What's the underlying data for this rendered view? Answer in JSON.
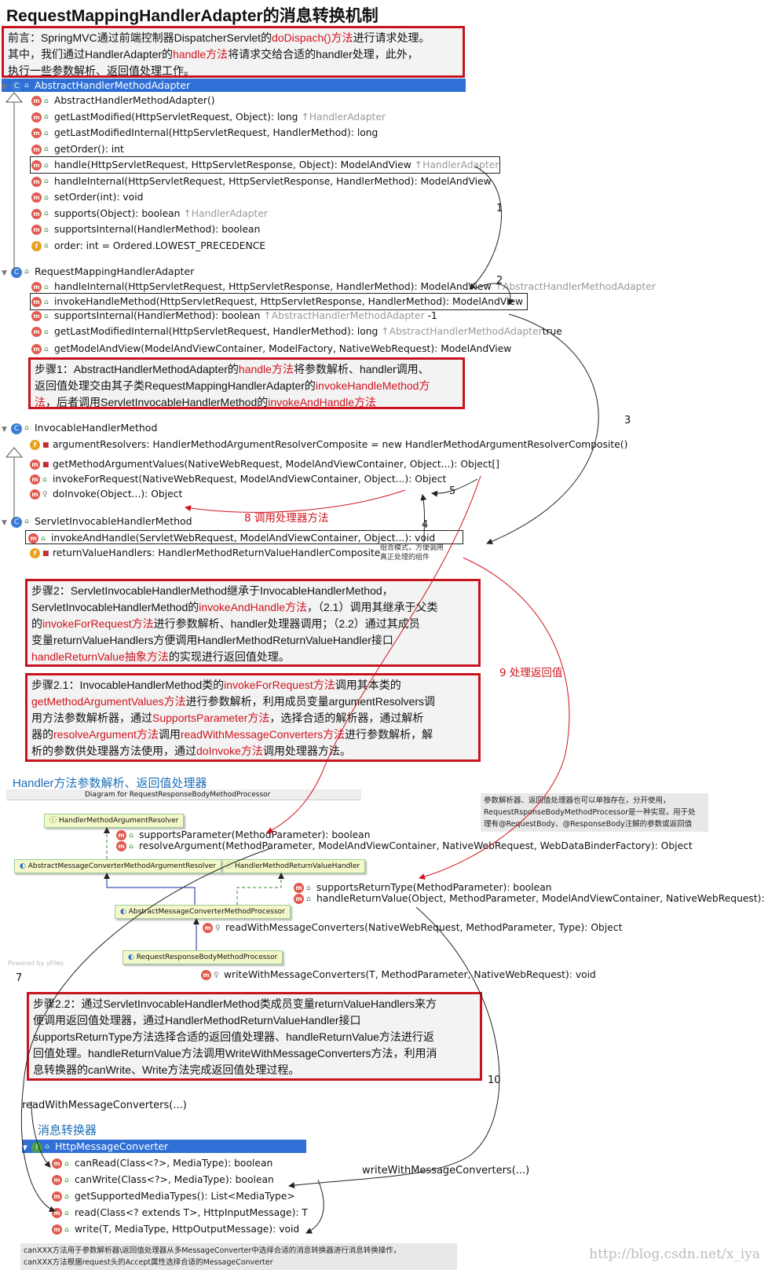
{
  "title": "RequestMappingHandlerAdapter的消息转换机制",
  "intro": {
    "l1a": "前言：SpringMVC通过前端控制器DispatcherServlet的",
    "l1b": "doDispach()方法",
    "l1c": "进行请求处理。",
    "l2a": "其中，我们通过HandlerAdapter的",
    "l2b": "handle方法",
    "l2c": "将请求交给合适的handler处理，此外，",
    "l3": "执行一些参数解析、返回值处理工作。"
  },
  "abstract_adapter": {
    "name": "AbstractHandlerMethodAdapter",
    "methods": [
      {
        "text": "AbstractHandlerMethodAdapter()",
        "inherit": ""
      },
      {
        "text": "getLastModified(HttpServletRequest, Object): long",
        "inherit": "↑HandlerAdapter"
      },
      {
        "text": "getLastModifiedInternal(HttpServletRequest, HandlerMethod): long",
        "inherit": ""
      },
      {
        "text": "getOrder(): int",
        "inherit": ""
      },
      {
        "text": "handle(HttpServletRequest, HttpServletResponse, Object): ModelAndView",
        "inherit": "↑HandlerAdapter"
      },
      {
        "text": "handleInternal(HttpServletRequest, HttpServletResponse, HandlerMethod): ModelAndView",
        "inherit": ""
      },
      {
        "text": "setOrder(int): void",
        "inherit": ""
      },
      {
        "text": "supports(Object): boolean",
        "inherit": "↑HandlerAdapter"
      },
      {
        "text": "supportsInternal(HandlerMethod): boolean",
        "inherit": ""
      },
      {
        "text": "order: int = Ordered.LOWEST_PRECEDENCE",
        "inherit": ""
      }
    ]
  },
  "mapping_adapter": {
    "name": "RequestMappingHandlerAdapter",
    "methods": [
      {
        "text": "handleInternal(HttpServletRequest, HttpServletResponse, HandlerMethod): ModelAndView",
        "inherit": "↑AbstractHandlerMethodAdapter"
      },
      {
        "text": "invokeHandleMethod(HttpServletRequest, HttpServletResponse, HandlerMethod): ModelAndView",
        "inherit": ""
      },
      {
        "text": "supportsInternal(HandlerMethod): boolean",
        "inherit": "↑AbstractHandlerMethodAdapter",
        "extra": " -1"
      },
      {
        "text": "getLastModifiedInternal(HttpServletRequest, HandlerMethod): long",
        "inherit": "↑AbstractHandlerMethodAdapter",
        "extra": "true"
      },
      {
        "text": "getModelAndView(ModelAndViewContainer, ModelFactory, NativeWebRequest): ModelAndView",
        "inherit": ""
      }
    ]
  },
  "step1": {
    "a": "步骤1：AbstractHandlerMethodAdapter的",
    "b": "handle方法",
    "c": "将参数解析、handler调用、",
    "d": "返回值处理交由其子类RequestMappingHandlerAdapter的",
    "e": "invokeHandleMethod方",
    "f": "法",
    "g": "，后者调用ServletInvocableHandlerMethod的",
    "h": "invokeAndHandle方法"
  },
  "invocable": {
    "name": "InvocableHandlerMethod",
    "methods": [
      {
        "text": "argumentResolvers: HandlerMethodArgumentResolverComposite = new HandlerMethodArgumentResolverComposite()"
      },
      {
        "text": "getMethodArgumentValues(NativeWebRequest, ModelAndViewContainer, Object...): Object[]"
      },
      {
        "text": "invokeForRequest(NativeWebRequest, ModelAndViewContainer, Object...): Object"
      },
      {
        "text": "doInvoke(Object...): Object"
      }
    ]
  },
  "servlet_invocable": {
    "name": "ServletInvocableHandlerMethod",
    "methods": [
      {
        "text": "invokeAndHandle(ServletWebRequest, ModelAndViewContainer, Object...): void"
      },
      {
        "text": "returnValueHandlers: HandlerMethodReturnValueHandlerComposite"
      }
    ],
    "comment1": "组合模式，方便调用",
    "comment2": "真正处理的组件"
  },
  "step2": {
    "l1": "步骤2：ServletInvocableHandlerMethod继承于InvocableHandlerMethod，",
    "l2a": "ServletInvocableHandlerMethod的",
    "l2b": "invokeAndHandle方法",
    "l2c": "，（2.1）调用其继承于父类",
    "l3a": "的",
    "l3b": "invokeForRequest方法",
    "l3c": "进行参数解析、handler处理器调用；（2.2）通过其成员",
    "l4": "变量returnValueHandlers方便调用HandlerMethodReturnValueHandler接口",
    "l5a": "handleReturnValue抽象方法",
    "l5b": "的实现进行返回值处理。"
  },
  "step21": {
    "l1a": "步骤2.1：InvocableHandlerMethod类的",
    "l1b": "invokeForRequest方法",
    "l1c": "调用其本类的",
    "l2a": "getMethodArgumentValues方法",
    "l2b": "进行参数解析，利用成员变量argumentResolvers调",
    "l3a": "用方法参数解析器，通过",
    "l3b": "SupportsParameter方法",
    "l3c": "，选择合适的解析器，通过解析",
    "l4a": "器的",
    "l4b": "resolveArgument方法",
    "l4c": "调用",
    "l4d": "readWithMessageConverters方法",
    "l4e": "进行参数解析，解",
    "l5a": "析的参数供处理器方法使用，通过",
    "l5b": "doInvoke方法",
    "l5c": "调用处理器方法。"
  },
  "handler_section": "Handler方法参数解析、返回值处理器",
  "diagram_title": "Diagram for RequestResponseBodyMethodProcessor",
  "uml": {
    "resolver": "HandlerMethodArgumentResolver",
    "returnhandler": "HandlerMethodReturnValueHandler",
    "abs_resolver": "AbstractMessageConverterMethodArgumentResolver",
    "abs_processor": "AbstractMessageConverterMethodProcessor",
    "rrb_processor": "RequestResponseBodyMethodProcessor",
    "m_supports_param": "supportsParameter(MethodParameter): boolean",
    "m_resolve": "resolveArgument(MethodParameter, ModelAndViewContainer, NativeWebRequest, WebDataBinderFactory): Object",
    "m_supports_ret": "supportsReturnType(MethodParameter): boolean",
    "m_handle_ret": "handleReturnValue(Object, MethodParameter, ModelAndViewContainer, NativeWebRequest): void",
    "m_read": "readWithMessageConverters(NativeWebRequest, MethodParameter, Type): Object",
    "m_write": "writeWithMessageConverters(T, MethodParameter, NativeWebRequest): void",
    "powered": "Powered by yFiles"
  },
  "note_right": {
    "l1": "参数解析器、返回值处理器也可以单独存在，分开使用，",
    "l2": "RequestRsponseBodyMethodProcessor是一种实现，用于处",
    "l3": "理有@RequestBody、@ResponseBody注解的参数或返回值"
  },
  "step22": {
    "l1": "步骤2.2：通过ServletInvocableHandlerMethod类成员变量returnValueHandlers来方",
    "l2": "便调用返回值处理器，通过HandlerMethodReturnValueHandler接口",
    "l3": "supportsReturnType方法选择合适的返回值处理器、handleReturnValue方法进行返",
    "l4": "回值处理。handleReturnValue方法调用WriteWithMessageConverters方法，利用消",
    "l5": "息转换器的canWrite、Write方法完成返回值处理过程。"
  },
  "converter_section": "消息转换器",
  "converter": {
    "name": "HttpMessageConverter",
    "methods": [
      {
        "text": "canRead(Class<?>, MediaType): boolean"
      },
      {
        "text": "canWrite(Class<?>, MediaType): boolean"
      },
      {
        "text": "getSupportedMediaTypes(): List<MediaType>"
      },
      {
        "text": "read(Class<? extends T>, HttpInputMessage): T"
      },
      {
        "text": "write(T, MediaType, HttpOutputMessage): void"
      }
    ]
  },
  "note_bottom": {
    "l1": "canXXX方法用于参数解析器\\返回值处理器从多MessageConverter中选择合适的消息转换器进行消息转换操作，",
    "l2": "canXXX方法根据request头的Accept属性选择合适的MessageConverter"
  },
  "labels": {
    "n1": "1",
    "n2": "2",
    "n3": "3",
    "n4": "4",
    "n5": "5",
    "n7": "7",
    "n10": "10",
    "n8": "8 调用处理器方法",
    "n9": "9 处理返回值",
    "read_call": "readWithMessageConverters(...)",
    "write_call": "writeWithMessageConverters(...)"
  },
  "watermark": "http://blog.csdn.net/x_iya",
  "colors": {
    "accent_red": "#d0141e",
    "selection_blue": "#2f6fd6",
    "section_blue": "#1e6fb8"
  }
}
